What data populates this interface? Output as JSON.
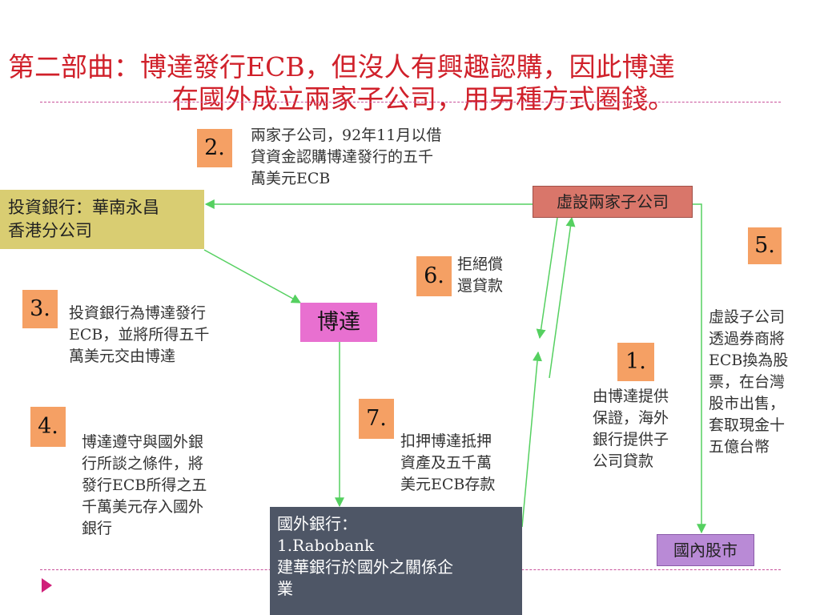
{
  "title": {
    "line1": "第二部曲：博達發行ECB，但沒人有興趣認購，因此博達",
    "line2": "在國外成立兩家子公司，用另種方式圈錢。"
  },
  "nodes": {
    "investment_bank": {
      "line1": "投資銀行：華南永昌",
      "line2": "香港分公司"
    },
    "shell_companies": "虛設兩家子公司",
    "boda": "博達",
    "foreign_bank": {
      "line1": "國外銀行：",
      "line2": "1.Rabobank",
      "line3": "建華銀行於國外之關係企",
      "line4": "業"
    },
    "domestic_market": "國內股市"
  },
  "steps": [
    {
      "num": "1.",
      "lines": [
        "由博達提供",
        "保證，海外",
        "銀行提供子",
        "公司貸款"
      ]
    },
    {
      "num": "2.",
      "lines": [
        "兩家子公司，92年11月以借",
        "貸資金認購博達發行的五千",
        "萬美元ECB"
      ]
    },
    {
      "num": "3.",
      "lines": [
        "投資銀行為博達發行",
        "ECB，並將所得五千",
        "萬美元交由博達"
      ]
    },
    {
      "num": "4.",
      "lines": [
        "博達遵守與國外銀",
        "行所談之條件，將",
        "發行ECB所得之五",
        "千萬美元存入國外",
        "銀行"
      ]
    },
    {
      "num": "5.",
      "lines": [
        "虛設子公司",
        "透過券商將",
        "ECB換為股",
        "票，在台灣",
        "股市出售，",
        "套取現金十",
        "五億台幣"
      ]
    },
    {
      "num": "6.",
      "lines": [
        "拒絕償",
        "還貸款"
      ]
    },
    {
      "num": "7.",
      "lines": [
        "扣押博達抵押",
        "資產及五千萬",
        "美元ECB存款"
      ]
    }
  ],
  "colors": {
    "title": "#d0202a",
    "step_badge": "#f5a064",
    "investment_bank": "#d9cd72",
    "shell_companies": "#d9766a",
    "boda": "#e870d0",
    "foreign_bank": "#4e5666",
    "domestic_market": "#b98ad6",
    "arrow": "#55d060",
    "rule": "#c8509a"
  }
}
